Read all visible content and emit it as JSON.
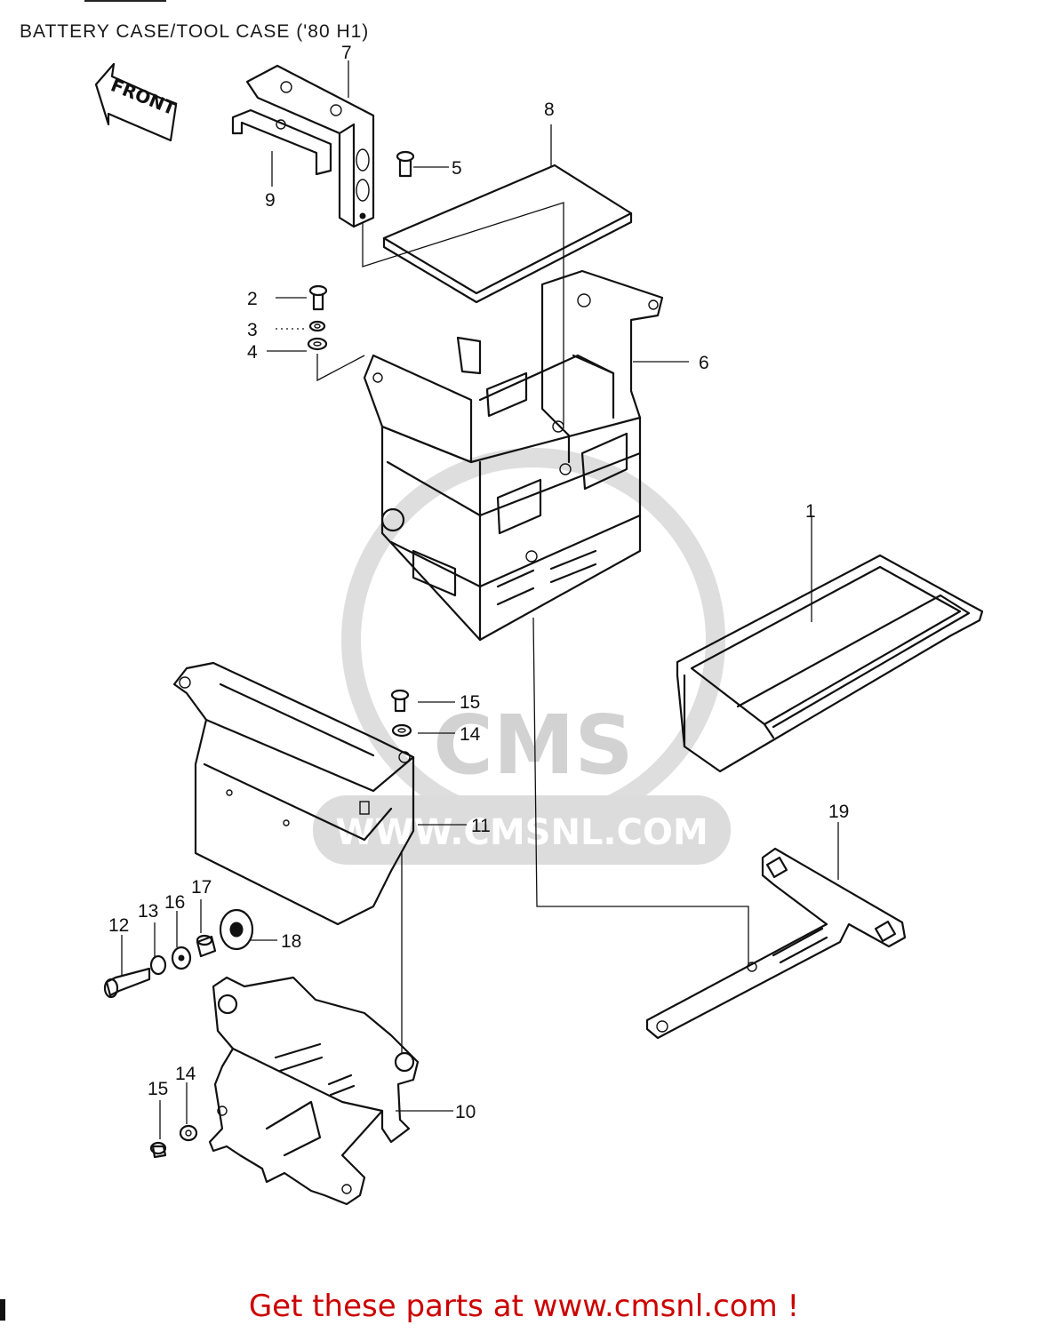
{
  "header": {
    "title": "BATTERY CASE/TOOL CASE ('80 H1)"
  },
  "arrow": {
    "label": "FRONT"
  },
  "watermark": {
    "brand": "CMS",
    "url": "WWW.CMSNL.COM"
  },
  "callouts": {
    "p1": "1",
    "p2": "2",
    "p3": "3",
    "p4": "4",
    "p5": "5",
    "p6": "6",
    "p7": "7",
    "p8": "8",
    "p9": "9",
    "p10": "10",
    "p11": "11",
    "p12": "12",
    "p13": "13",
    "p14a": "14",
    "p14b": "14",
    "p15a": "15",
    "p15b": "15",
    "p16": "16",
    "p17": "17",
    "p18": "18",
    "p19": "19"
  },
  "footer": {
    "text": "Get these parts at www.cmsnl.com !"
  },
  "colors": {
    "footer": "#cc0000",
    "watermark": "#d2d2d2",
    "line": "#111111"
  }
}
